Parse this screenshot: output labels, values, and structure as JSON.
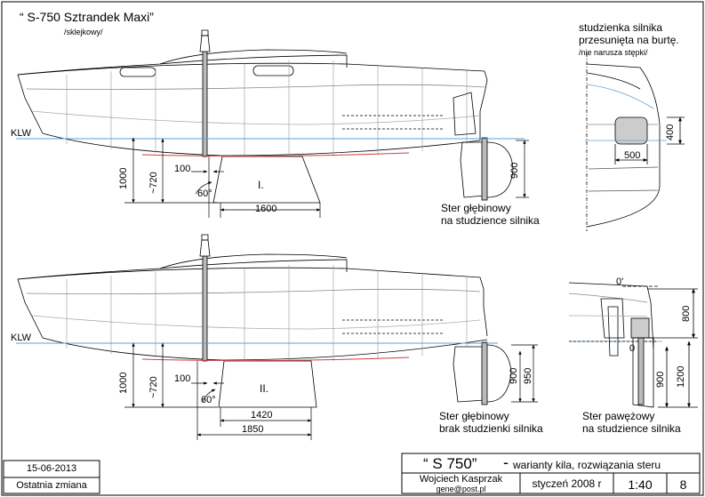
{
  "header": {
    "title": "“ S-750 Sztrandek Maxi”",
    "subtitle": "/sklejkowy/"
  },
  "variant1": {
    "klw": "KLW",
    "roman": "I.",
    "dim_1000": "1000",
    "dim_720": "~720",
    "dim_100": "100",
    "dim_angle": "60°",
    "dim_1600": "1600",
    "dim_900": "900",
    "rudder_note_1": "Ster głębinowy",
    "rudder_note_2": "na studzience silnika"
  },
  "detail_top": {
    "note_1": "studzienka silnika",
    "note_2": "przesunięta na burtę.",
    "note_3": "/nie narusza stępki/",
    "dim_400": "400",
    "dim_500": "500"
  },
  "variant2": {
    "klw": "KLW",
    "roman": "II.",
    "dim_1000": "1000",
    "dim_720": "~720",
    "dim_100": "100",
    "dim_angle": "60°",
    "dim_1420": "1420",
    "dim_1850": "1850",
    "dim_900": "900",
    "dim_950": "950",
    "rudder_note_1": "Ster głębinowy",
    "rudder_note_2": "brak studzienki silnika"
  },
  "detail_bottom": {
    "mark_0a": "0'",
    "mark_0b": "0",
    "dim_800": "800",
    "dim_900": "900",
    "dim_1200": "1200",
    "note_1": "Ster pawężowy",
    "note_2": "na studzience silnika"
  },
  "title_block": {
    "date": "15-06-2013",
    "last_change": "Ostatnia zmiana",
    "model": "“ S 750”",
    "dash": "-",
    "description": "warianty kila, rozwiązania steru",
    "author": "Wojciech Kasprzak",
    "email": "gene@post.pl",
    "drawing_date": "styczeń 2008 r",
    "scale": "1:40",
    "sheet": "8"
  }
}
